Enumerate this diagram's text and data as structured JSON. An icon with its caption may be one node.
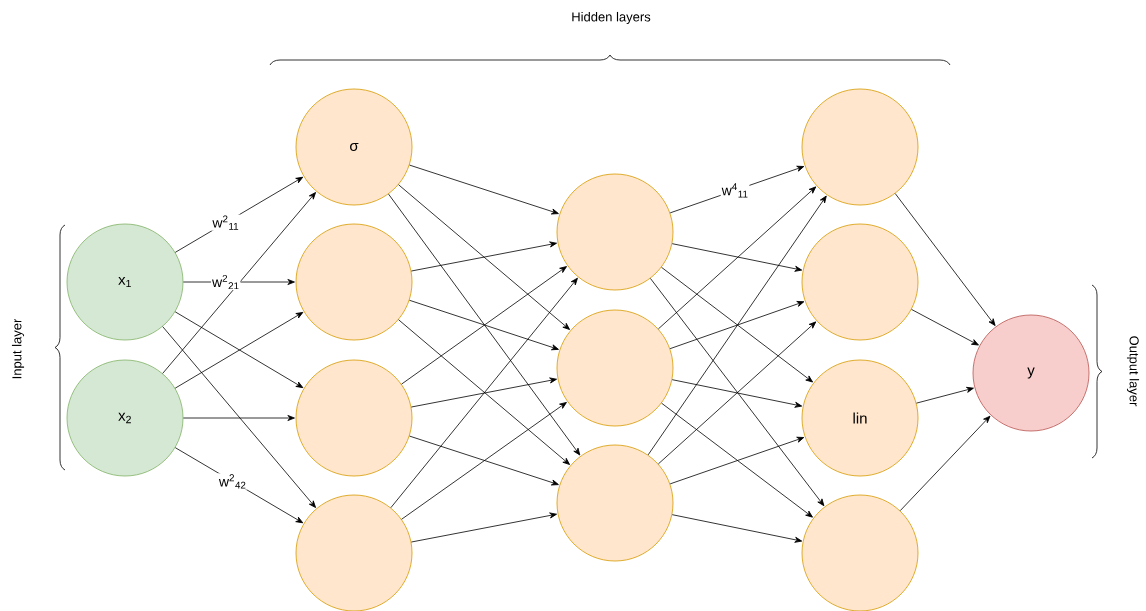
{
  "diagram": {
    "nodes": [
      {
        "text": [
          "x$_{1}$"
        ]
      },
      {
        "text": [
          "x$_{2}$"
        ]
      },
      {
        "text": [
          "σ"
        ]
      },
      {
        "text": [],
        "shape": "circle"
      },
      {
        "text": [],
        "shape": "circle"
      },
      {
        "text": [],
        "shape": "circle"
      },
      {
        "text": [],
        "shape": "circle"
      },
      {
        "text": [],
        "shape": "circle"
      },
      {
        "text": [],
        "shape": "circle"
      },
      {
        "text": [],
        "shape": "circle"
      },
      {
        "text": [],
        "shape": "circle"
      },
      {
        "text": [
          "lin"
        ]
      },
      {
        "text": [],
        "shape": "circle"
      },
      {
        "text": [
          "y"
        ]
      }
    ],
    "edges": [
      {
        "from": 0,
        "to": 2,
        "arrow": "to",
        "label": "w$^{2}$$_{11}$"
      },
      {
        "from": 0,
        "to": 3,
        "arrow": "to",
        "label": "w$^{2}$$_{21}$"
      },
      {
        "from": 0,
        "to": 4,
        "arrow": "to"
      },
      {
        "from": 0,
        "to": 5,
        "arrow": "to"
      },
      {
        "from": 1,
        "to": 2,
        "arrow": "to"
      },
      {
        "from": 1,
        "to": 3,
        "arrow": "to"
      },
      {
        "from": 1,
        "to": 4,
        "arrow": "to"
      },
      {
        "from": 1,
        "to": 5,
        "arrow": "to",
        "label": "w$^{2}$$_{42}$"
      },
      {
        "from": 2,
        "to": 6,
        "arrow": "to"
      },
      {
        "from": 2,
        "to": 7,
        "arrow": "to"
      },
      {
        "from": 2,
        "to": 8,
        "arrow": "to"
      },
      {
        "from": 3,
        "to": 6,
        "arrow": "to"
      },
      {
        "from": 3,
        "to": 7,
        "arrow": "to"
      },
      {
        "from": 3,
        "to": 8,
        "arrow": "to"
      },
      {
        "from": 4,
        "to": 6,
        "arrow": "to"
      },
      {
        "from": 4,
        "to": 7,
        "arrow": "to"
      },
      {
        "from": 4,
        "to": 8,
        "arrow": "to"
      },
      {
        "from": 5,
        "to": 6,
        "arrow": "to"
      },
      {
        "from": 5,
        "to": 7,
        "arrow": "to"
      },
      {
        "from": 5,
        "to": 8,
        "arrow": "to"
      },
      {
        "from": 6,
        "to": 9,
        "arrow": "to",
        "label": "w$^{4}$$_{11}$"
      },
      {
        "from": 6,
        "to": 10,
        "arrow": "to"
      },
      {
        "from": 6,
        "to": 11,
        "arrow": "to"
      },
      {
        "from": 6,
        "to": 12,
        "arrow": "to"
      },
      {
        "from": 7,
        "to": 9,
        "arrow": "to"
      },
      {
        "from": 7,
        "to": 10,
        "arrow": "to"
      },
      {
        "from": 7,
        "to": 11,
        "arrow": "to"
      },
      {
        "from": 7,
        "to": 12,
        "arrow": "to"
      },
      {
        "from": 8,
        "to": 9,
        "arrow": "to"
      },
      {
        "from": 8,
        "to": 10,
        "arrow": "to"
      },
      {
        "from": 8,
        "to": 11,
        "arrow": "to"
      },
      {
        "from": 8,
        "to": 12,
        "arrow": "to"
      },
      {
        "from": 9,
        "to": 13,
        "arrow": "to"
      },
      {
        "from": 10,
        "to": 13,
        "arrow": "to"
      },
      {
        "from": 11,
        "to": 13,
        "arrow": "to"
      },
      {
        "from": 12,
        "to": 13,
        "arrow": "to"
      }
    ],
    "labels": [
      "Hidden layers",
      "Input layer",
      "Output layer"
    ]
  }
}
